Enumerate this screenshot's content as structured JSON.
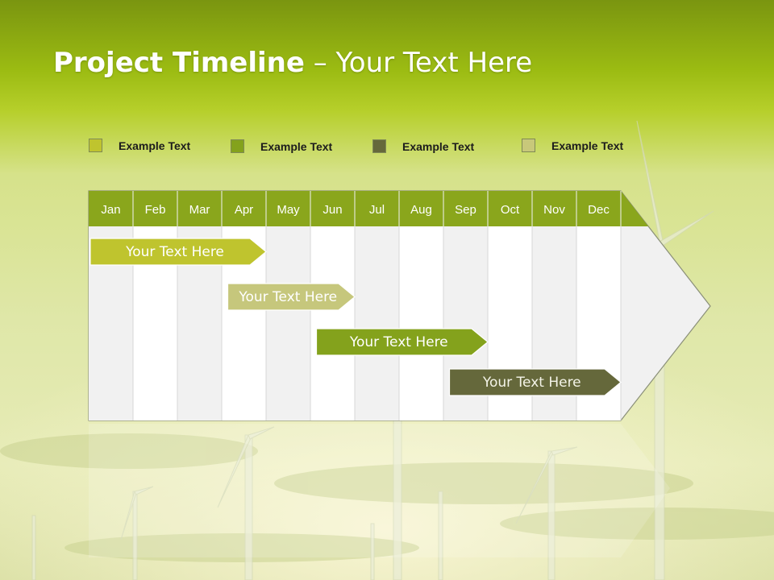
{
  "title": {
    "bold": "Project Timeline",
    "rest": " – Your Text Here"
  },
  "legend": [
    {
      "label": "Example Text",
      "color": "#bfc42e"
    },
    {
      "label": "Example Text",
      "color": "#84a21c"
    },
    {
      "label": "Example Text",
      "color": "#65683b"
    },
    {
      "label": "Example Text",
      "color": "#c8c87a"
    }
  ],
  "months": [
    "Jan",
    "Feb",
    "Mar",
    "Apr",
    "May",
    "Jun",
    "Jul",
    "Aug",
    "Sep",
    "Oct",
    "Nov",
    "Dec"
  ],
  "tasks": [
    {
      "label": "Your  Text Here",
      "start_month": 1,
      "end_month": 4.0,
      "color": "#bfc42e"
    },
    {
      "label": "Your  Text Here",
      "start_month": 4.1,
      "end_month": 6.0,
      "color": "#c6c77c"
    },
    {
      "label": "Your  Text Here",
      "start_month": 6.1,
      "end_month": 9.0,
      "color": "#84a21c"
    },
    {
      "label": "Your  Text Here",
      "start_month": 9.1,
      "end_month": 12.0,
      "color": "#65683b"
    }
  ],
  "colors": {
    "header_green": "#8aa61c",
    "arrow_body": "#f1f1f1"
  }
}
